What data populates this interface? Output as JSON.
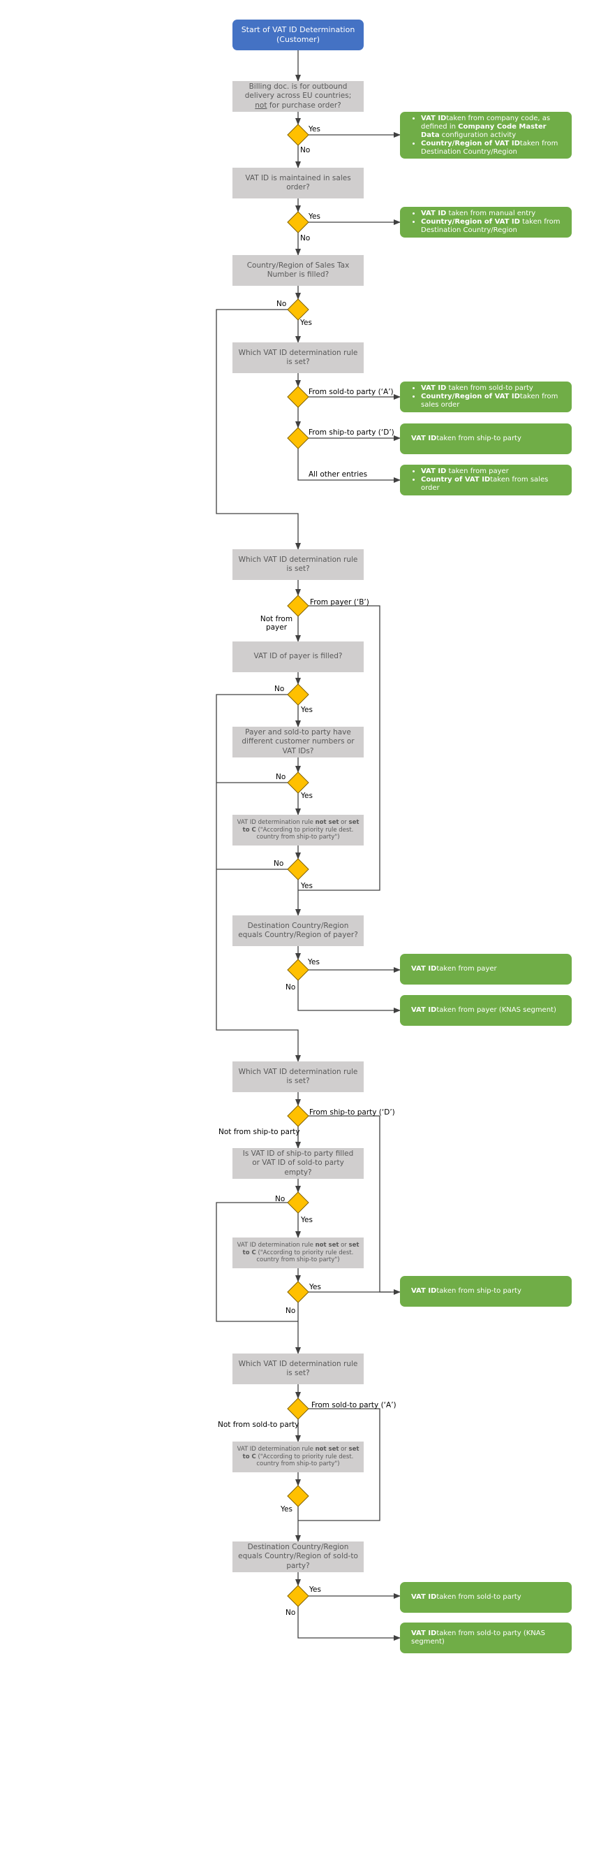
{
  "title": "Start of VAT ID Determination (Customer)",
  "colors": {
    "start": "#4472c4",
    "process": "#d0cece",
    "result": "#70ad47",
    "decision": "#ffc000",
    "line": "#404040"
  },
  "processes": {
    "p1": {
      "pre": "Billing doc. is for outbound delivery across EU countries; ",
      "u": "not",
      "post": " for purchase order?"
    },
    "p2": "VAT ID is maintained in sales order?",
    "p3": "Country/Region of Sales Tax Number is filled?",
    "p4": "Which VAT ID determination rule is set?",
    "p5": "Which VAT ID determination rule is set?",
    "p6": "VAT ID of payer is filled?",
    "p7": "Payer and sold-to party have different customer numbers or VAT IDs?",
    "p8": {
      "a": "VAT ID determination  rule ",
      "b": "not set",
      "c": " or ",
      "d": "set to C",
      "e": " (\"According to priority rule dest. country  from ship-to  party\")"
    },
    "p9": "Destination Country/Region equals Country/Region of payer?",
    "p10": "Which VAT ID determination rule is set?",
    "p11": "Is VAT ID of ship-to party filled or VAT ID of sold-to party empty?",
    "p12": {
      "a": "VAT ID determination  rule ",
      "b": "not set",
      "c": " or ",
      "d": "set to C",
      "e": " (\"According to priority rule dest. country  from ship-to  party\")"
    },
    "p13": "Which VAT ID determination rule is set?",
    "p14": {
      "a": "VAT ID determination  rule ",
      "b": "not set",
      "c": " or ",
      "d": "set to C",
      "e": " (\"According to priority rule dest. country  from ship-to  party\")"
    },
    "p15": "Destination Country/Region equals Country/Region of sold-to party?"
  },
  "results": {
    "r1": [
      {
        "b": "VAT ID",
        "t": "taken from company code, as defined in ",
        "b2": "Company Code Master Data",
        "t2": " configuration activity"
      },
      {
        "b": "Country/Region of VAT ID",
        "t": "taken from Destination Country/Region"
      }
    ],
    "r2": [
      {
        "b": "VAT ID",
        "t": " taken from manual entry"
      },
      {
        "b": "Country/Region of VAT ID",
        "t": " taken from Destination Country/Region"
      }
    ],
    "r3": [
      {
        "b": "VAT ID",
        "t": " taken from sold-to party"
      },
      {
        "b": "Country/Region of VAT ID",
        "t": "taken from sales order"
      }
    ],
    "r4": {
      "b": "VAT ID",
      "t": "taken from ship-to party"
    },
    "r5": [
      {
        "b": "VAT ID",
        "t": " taken from payer"
      },
      {
        "b": "Country of VAT ID",
        "t": "taken from sales order"
      }
    ],
    "r6": {
      "b": "VAT ID",
      "t": "taken from payer"
    },
    "r7": {
      "b": "VAT ID",
      "t": "taken from payer (KNAS segment)"
    },
    "r8": {
      "b": "VAT ID",
      "t": "taken from ship-to party"
    },
    "r9": {
      "b": "VAT ID",
      "t": "taken from sold-to party"
    },
    "r10": {
      "b": "VAT ID",
      "t": "taken from sold-to party (KNAS segment)"
    }
  },
  "labels": {
    "yes": "Yes",
    "no": "No",
    "from_sold_to_a": "From sold-to party (‘A’)",
    "from_ship_to_d": "From ship-to party (‘D’)",
    "all_other": "All other entries",
    "from_payer_b": "From payer (‘B’)",
    "not_from_payer": "Not from payer",
    "not_from_ship_to": "Not from ship-to party",
    "not_from_sold_to": "Not from sold-to party"
  }
}
